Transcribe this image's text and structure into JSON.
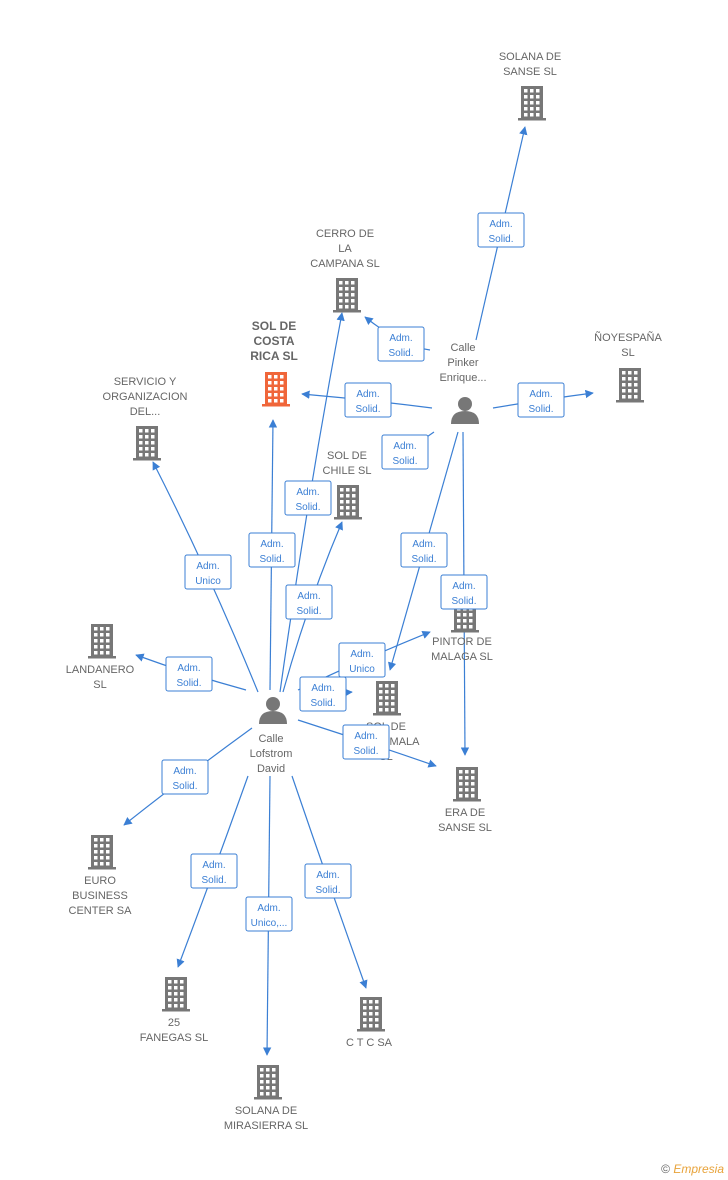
{
  "colors": {
    "edge": "#3b7fd4",
    "building": "#777777",
    "building_main": "#f0663a",
    "person": "#777777",
    "text": "#666666"
  },
  "nodes": [
    {
      "id": "solana_sanse",
      "kind": "company",
      "label": [
        "SOLANA DE",
        "SANSE  SL"
      ]
    },
    {
      "id": "cerro_campana",
      "kind": "company",
      "label": [
        "CERRO DE",
        "LA",
        "CAMPANA  SL"
      ]
    },
    {
      "id": "sol_costa_rica",
      "kind": "company",
      "main": true,
      "label": [
        "SOL DE",
        "COSTA",
        "RICA  SL"
      ]
    },
    {
      "id": "noyespana",
      "kind": "company",
      "label": [
        "ÑOYESPAÑA",
        "SL"
      ]
    },
    {
      "id": "servicio_org",
      "kind": "company",
      "label": [
        "SERVICIO Y",
        "ORGANIZACION",
        "DEL..."
      ]
    },
    {
      "id": "sol_chile",
      "kind": "company",
      "label": [
        "SOL DE",
        "CHILE  SL"
      ]
    },
    {
      "id": "pintor_malaga",
      "kind": "company",
      "label": [
        "PINTOR DE",
        "MALAGA  SL"
      ]
    },
    {
      "id": "landanero",
      "kind": "company",
      "label": [
        "LANDANERO",
        "SL"
      ]
    },
    {
      "id": "sol_guatemala",
      "kind": "company",
      "label": [
        "SOL DE",
        "GUATEMALA",
        "SL"
      ]
    },
    {
      "id": "era_sanse",
      "kind": "company",
      "label": [
        "ERA DE",
        "SANSE  SL"
      ]
    },
    {
      "id": "euro_business",
      "kind": "company",
      "label": [
        "EURO",
        "BUSINESS",
        "CENTER SA"
      ]
    },
    {
      "id": "fanegas",
      "kind": "company",
      "label": [
        "25",
        "FANEGAS  SL"
      ]
    },
    {
      "id": "ctc",
      "kind": "company",
      "label": [
        "C T C SA"
      ]
    },
    {
      "id": "solana_mirasierra",
      "kind": "company",
      "label": [
        "SOLANA DE",
        "MIRASIERRA SL"
      ]
    },
    {
      "id": "pinker",
      "kind": "person",
      "label": [
        "Calle",
        "Pinker",
        "Enrique..."
      ]
    },
    {
      "id": "lofstrom",
      "kind": "person",
      "label": [
        "Calle",
        "Lofstrom",
        "David"
      ]
    }
  ],
  "edges": [
    {
      "from": "pinker",
      "to": "solana_sanse",
      "label": [
        "Adm.",
        "Solid."
      ]
    },
    {
      "from": "pinker",
      "to": "cerro_campana",
      "label": [
        "Adm.",
        "Solid."
      ]
    },
    {
      "from": "pinker",
      "to": "sol_costa_rica",
      "label": [
        "Adm.",
        "Solid."
      ]
    },
    {
      "from": "pinker",
      "to": "noyespana",
      "label": [
        "Adm.",
        "Solid."
      ]
    },
    {
      "from": "pinker",
      "to": "sol_chile",
      "label": [
        "Adm.",
        "Solid."
      ]
    },
    {
      "from": "pinker",
      "to": "sol_guatemala",
      "label": [
        "Adm.",
        "Solid."
      ]
    },
    {
      "from": "pinker",
      "to": "era_sanse",
      "label": [
        "Adm.",
        "Solid."
      ]
    },
    {
      "from": "lofstrom",
      "to": "servicio_org",
      "label": [
        "Adm.",
        "Unico"
      ]
    },
    {
      "from": "lofstrom",
      "to": "sol_costa_rica",
      "label": [
        "Adm.",
        "Solid."
      ]
    },
    {
      "from": "lofstrom",
      "to": "cerro_campana",
      "label": [
        "Adm.",
        "Solid."
      ]
    },
    {
      "from": "lofstrom",
      "to": "sol_chile",
      "label": [
        "Adm.",
        "Solid."
      ]
    },
    {
      "from": "lofstrom",
      "to": "landanero",
      "label": [
        "Adm.",
        "Solid."
      ]
    },
    {
      "from": "lofstrom",
      "to": "pintor_malaga",
      "label": [
        "Adm.",
        "Unico"
      ]
    },
    {
      "from": "lofstrom",
      "to": "sol_guatemala",
      "label": [
        "Adm.",
        "Solid."
      ]
    },
    {
      "from": "lofstrom",
      "to": "era_sanse",
      "label": [
        "Adm.",
        "Solid."
      ]
    },
    {
      "from": "lofstrom",
      "to": "euro_business",
      "label": [
        "Adm.",
        "Solid."
      ]
    },
    {
      "from": "lofstrom",
      "to": "fanegas",
      "label": [
        "Adm.",
        "Solid."
      ]
    },
    {
      "from": "lofstrom",
      "to": "solana_mirasierra",
      "label": [
        "Adm.",
        "Unico,..."
      ]
    },
    {
      "from": "lofstrom",
      "to": "ctc",
      "label": [
        "Adm.",
        "Solid."
      ]
    }
  ],
  "footer": {
    "copyright": "©",
    "brand": "Empresia"
  }
}
